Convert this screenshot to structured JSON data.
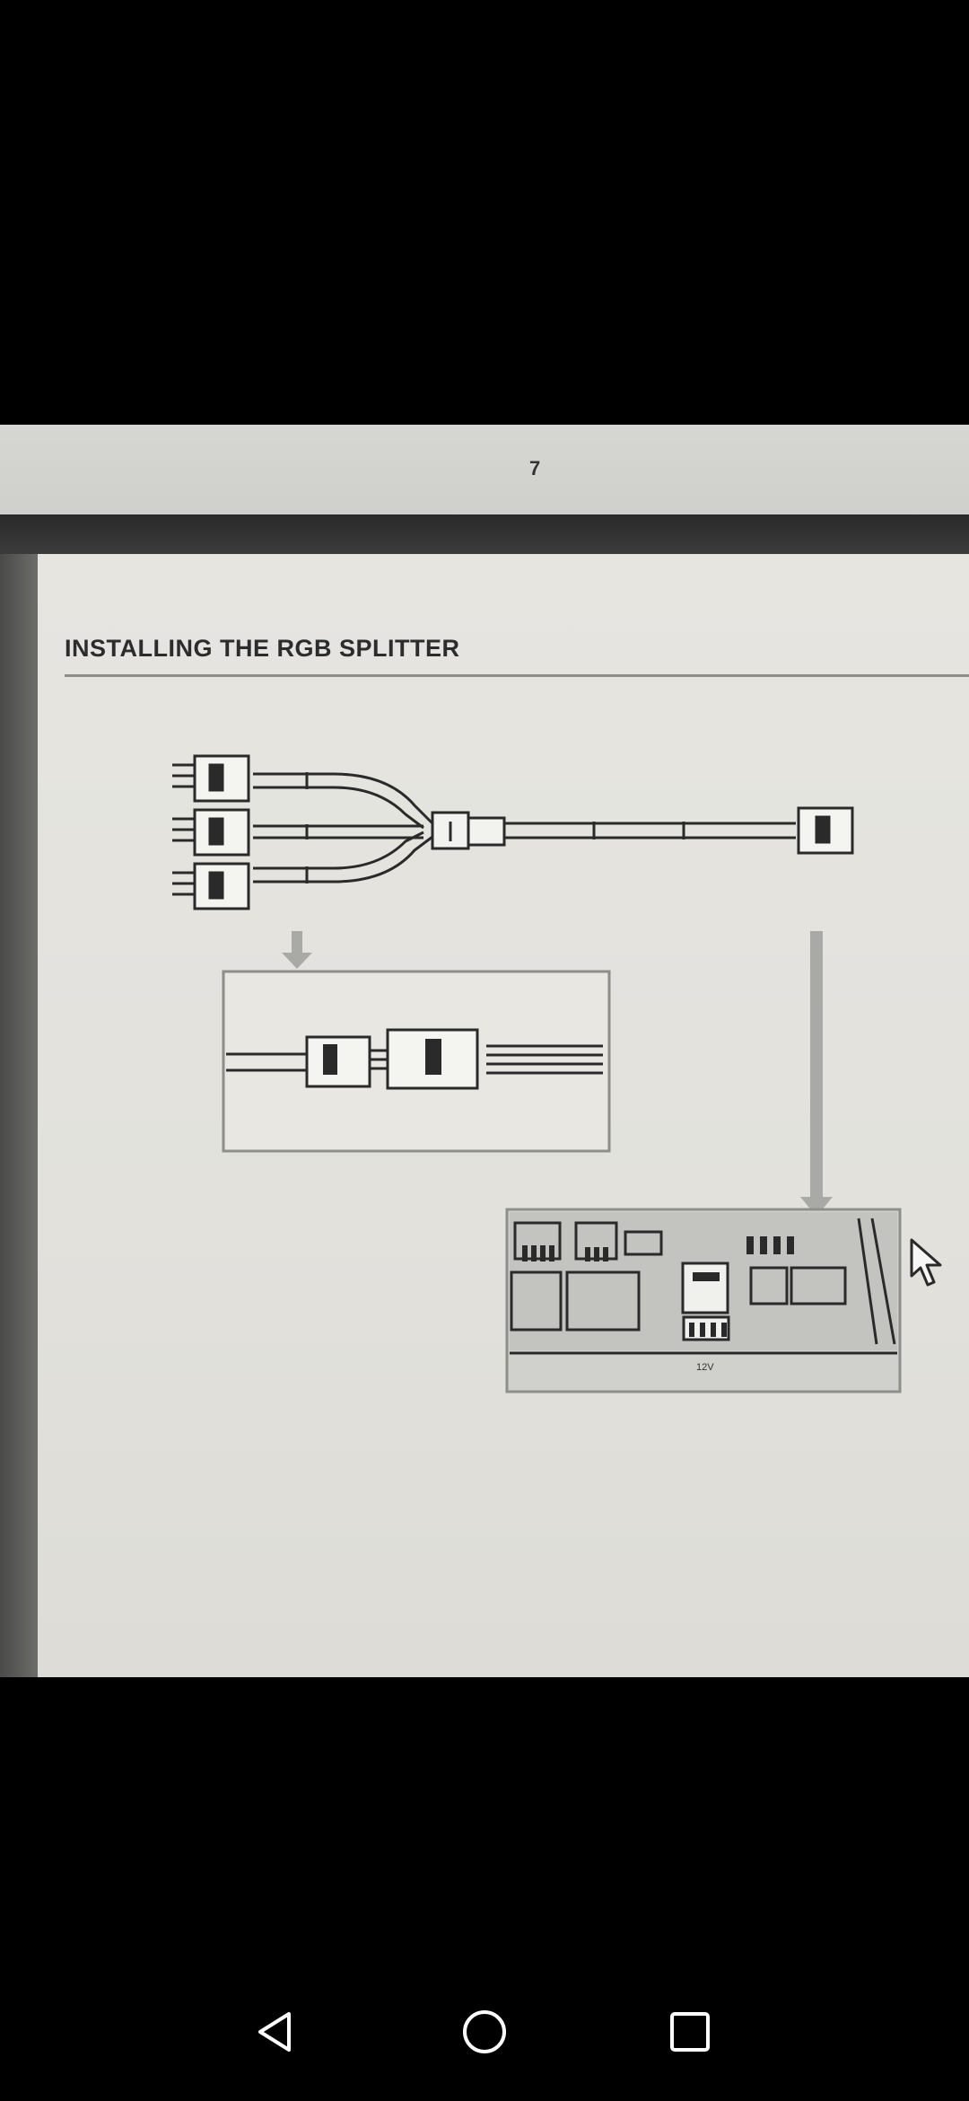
{
  "document": {
    "page_number": "7",
    "section_title": "INSTALLING THE RGB SPLITTER",
    "board_label": "12V"
  },
  "icons": {
    "pointer": "mouse-pointer-icon",
    "back": "triangle-back-icon",
    "home": "circle-home-icon",
    "recents": "square-recents-icon"
  },
  "colors": {
    "background": "#000000",
    "paper": "#e2e1dc",
    "ink": "#2c2c2c",
    "arrow": "#a9a9a6"
  }
}
